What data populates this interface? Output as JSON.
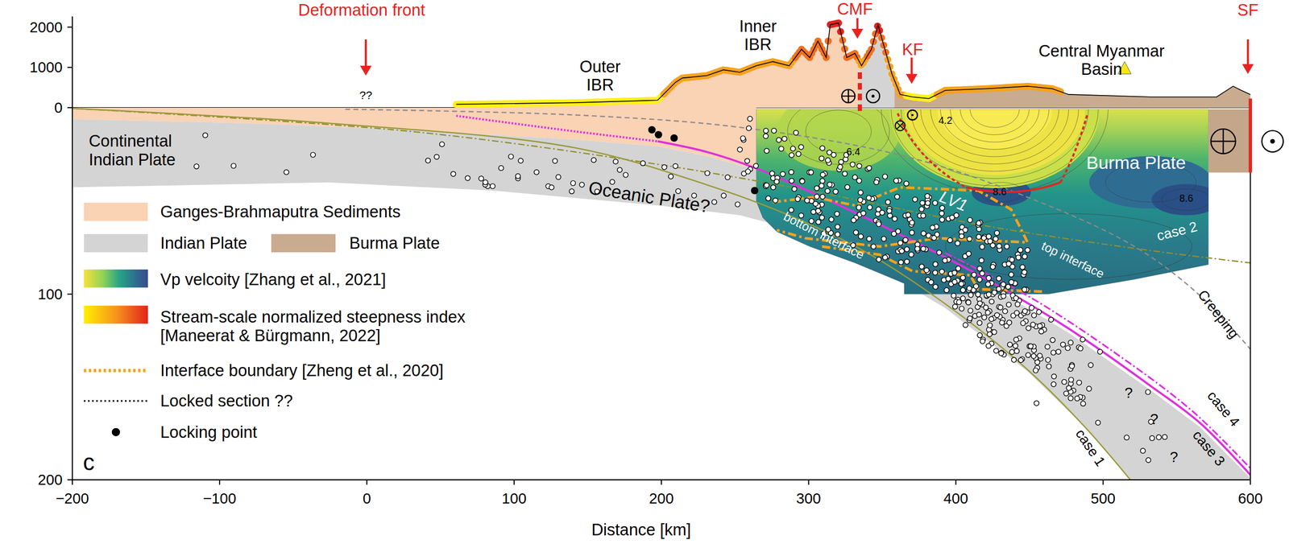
{
  "diagram": {
    "labels": [
      "Deformation front",
      "??",
      "Outer IBR",
      "Inner IBR",
      "CMF",
      "KF",
      "Central Myanmar Basin",
      "SF",
      "2000",
      "1000",
      "0",
      "Continental Indian Plate",
      "Oceanic Plate?",
      "Burma Plate",
      "4.2",
      "6.4",
      "8.6",
      "8.6",
      "LV1",
      "bottom interface",
      "top interface",
      "case 2",
      "Creeping",
      "case 4",
      "case 3",
      "case 1",
      "?",
      "?",
      "?",
      "c",
      "100",
      "200",
      "−200",
      "−100",
      "0",
      "100",
      "200",
      "300",
      "400",
      "500",
      "600",
      "Distance [km]"
    ],
    "legend": [
      {
        "text": "Ganges-Brahmaputra Sediments",
        "color": "#fad2b4"
      },
      {
        "text": "Indian Plate",
        "color": "#d4d4d4"
      },
      {
        "text": "Burma Plate",
        "color": "#c9ab90"
      },
      {
        "text": "Vp velcoity [Zhang et al., 2021]"
      },
      {
        "text": "Stream-scale normalized steepness index [Maneerat & Bürgmann, 2022]"
      },
      {
        "text": "Interface boundary [Zheng et al., 2020]"
      },
      {
        "text": "Locked section ??"
      },
      {
        "text": "Locking point"
      }
    ]
  }
}
